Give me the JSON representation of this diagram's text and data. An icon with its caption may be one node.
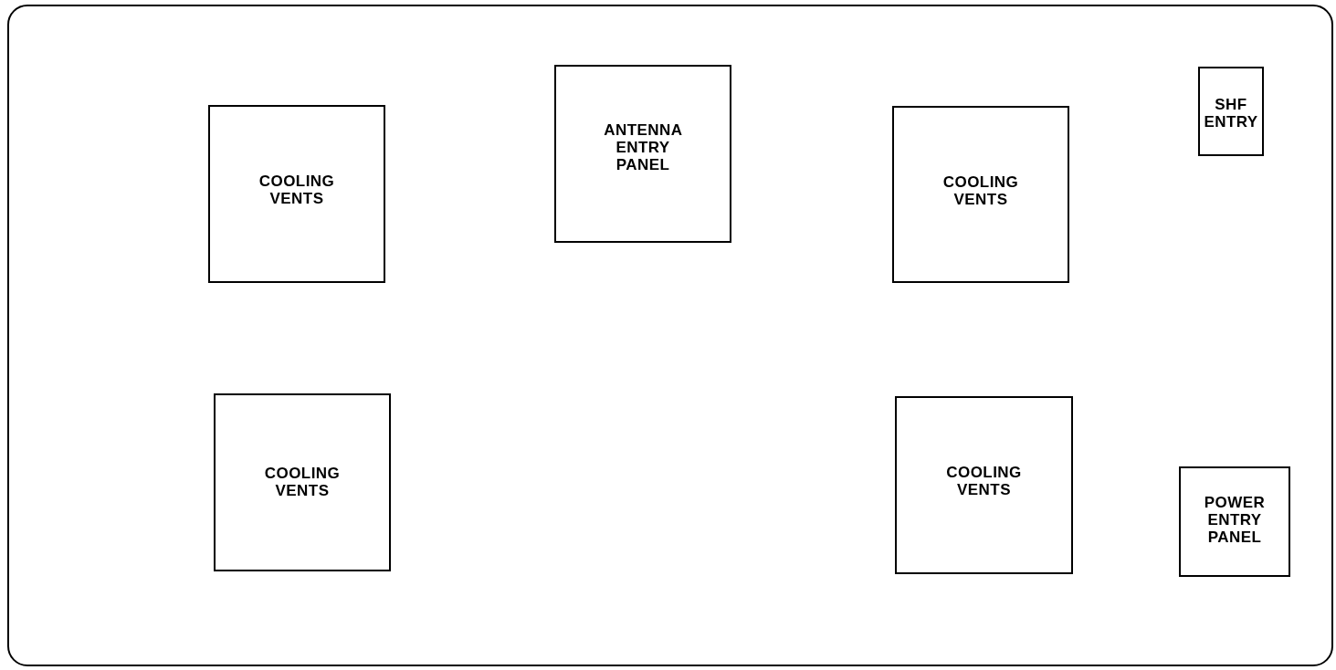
{
  "diagram": {
    "nodes": [
      {
        "text": [],
        "shape": "box"
      },
      {
        "text": [
          "COOLING VENTS"
        ],
        "in": 0
      },
      {
        "text": [
          "ANTENNA ENTRY PANEL"
        ],
        "in": 0
      },
      {
        "text": [
          "COOLING VENTS"
        ],
        "in": 0
      },
      {
        "text": [
          "SHF ENTRY"
        ],
        "in": 0
      },
      {
        "text": [
          "COOLING VENTS"
        ],
        "in": 0
      },
      {
        "text": [
          "COOLING VENTS"
        ],
        "in": 0
      },
      {
        "text": [
          "POWER ENTRY PANEL"
        ],
        "in": 0
      }
    ]
  }
}
